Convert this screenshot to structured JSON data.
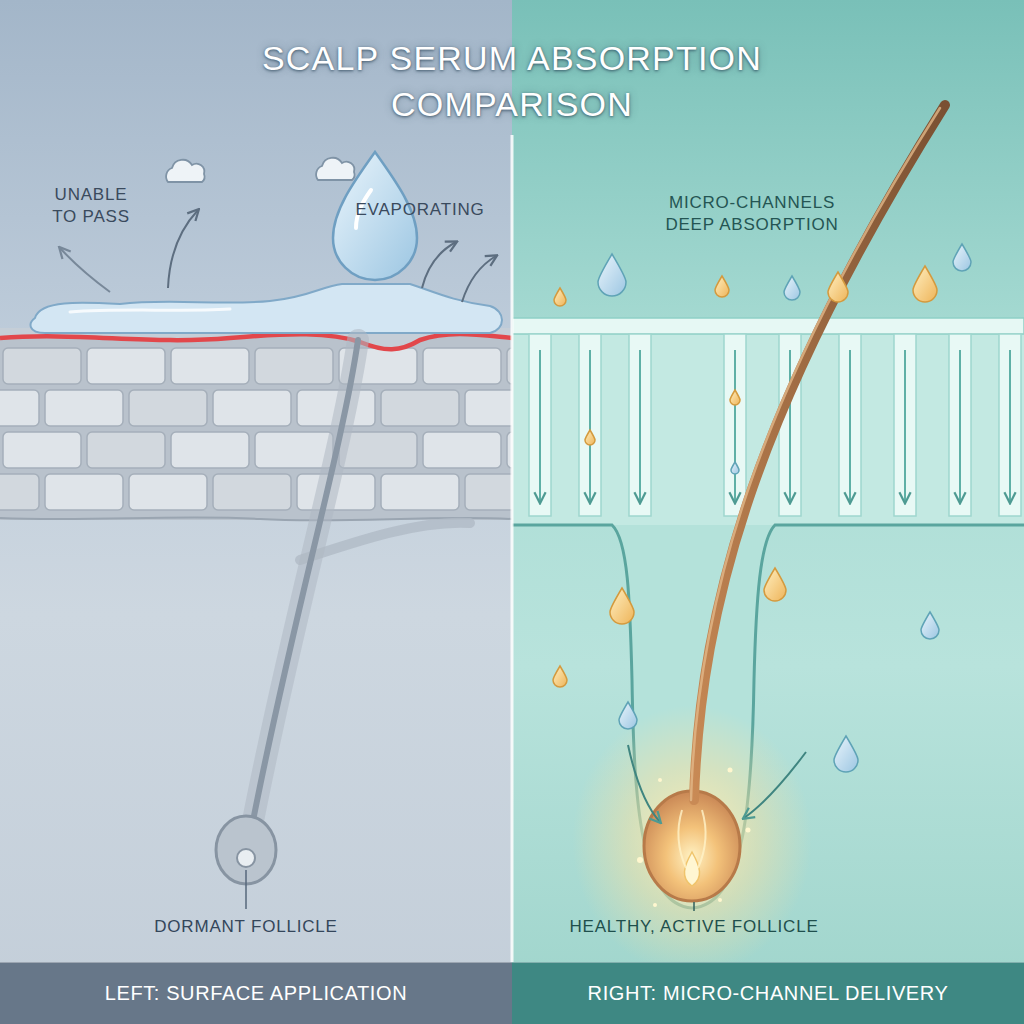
{
  "diagram": {
    "title": "SCALP SERUM ABSORPTION COMPARISON",
    "nodes": [
      {
        "text": [
          "LEFT: SURFACE APPLICATION"
        ]
      },
      {
        "text": [
          "RIGHT: MICRO-CHANNEL DELIVERY"
        ]
      }
    ],
    "labels": [
      "UNABLE TO PASS",
      "EVAPORATING",
      "MICRO-CHANNELS DEEP ABSORPTION",
      "DORMANT FOLLICLE",
      "HEALTHY, ACTIVE FOLLICLE"
    ]
  }
}
